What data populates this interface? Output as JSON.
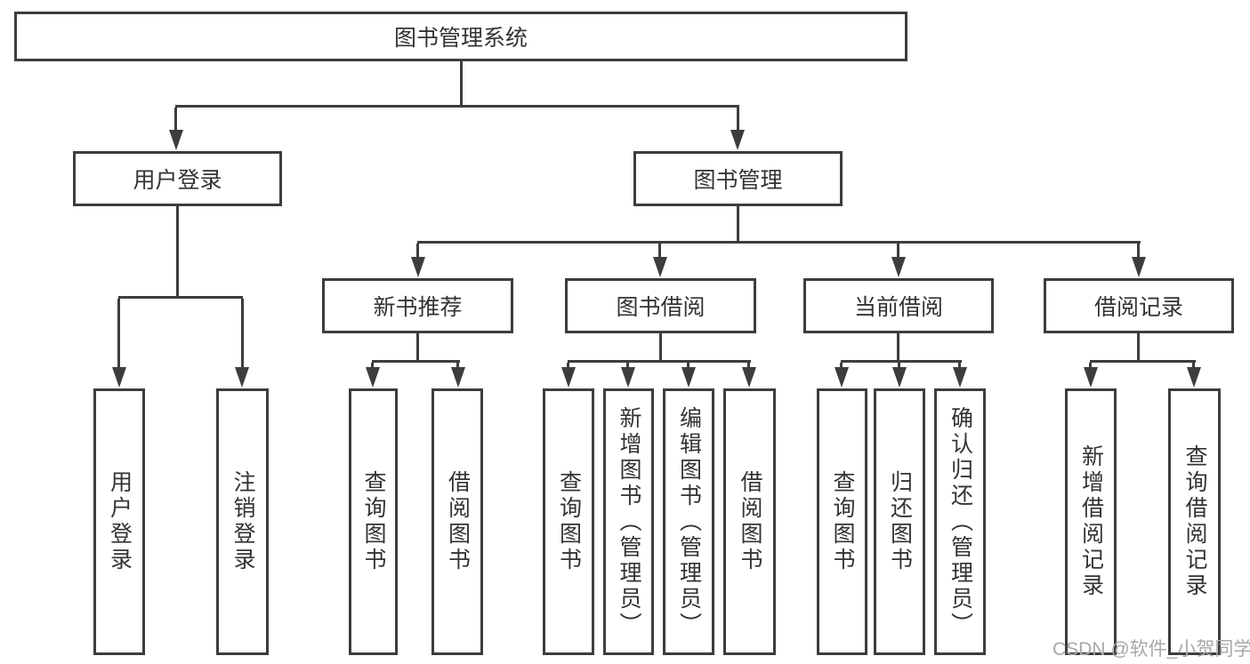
{
  "diagram_title": "图书管理系统",
  "colors": {
    "line": "#3d3d3d",
    "border": "#3d3d3d",
    "text": "#333333",
    "background": "#ffffff",
    "watermark": "#a8a8a8"
  },
  "tree": {
    "root": {
      "label": "图书管理系统"
    },
    "branches": [
      {
        "label": "用户登录",
        "children": [
          {
            "label": "用户登录"
          },
          {
            "label": "注销登录"
          }
        ]
      },
      {
        "label": "图书管理",
        "children": [
          {
            "label": "新书推荐",
            "children": [
              {
                "label": "查询图书"
              },
              {
                "label": "借阅图书"
              }
            ]
          },
          {
            "label": "图书借阅",
            "children": [
              {
                "label": "查询图书"
              },
              {
                "label": "新增图书（管理员）"
              },
              {
                "label": "编辑图书（管理员）"
              },
              {
                "label": "借阅图书"
              }
            ]
          },
          {
            "label": "当前借阅",
            "children": [
              {
                "label": "查询图书"
              },
              {
                "label": "归还图书"
              },
              {
                "label": "确认归还（管理员）"
              }
            ]
          },
          {
            "label": "借阅记录",
            "children": [
              {
                "label": "新增借阅记录"
              },
              {
                "label": "查询借阅记录"
              }
            ]
          }
        ]
      }
    ]
  },
  "watermark": {
    "text": "CSDN @软件_小贺同学"
  }
}
